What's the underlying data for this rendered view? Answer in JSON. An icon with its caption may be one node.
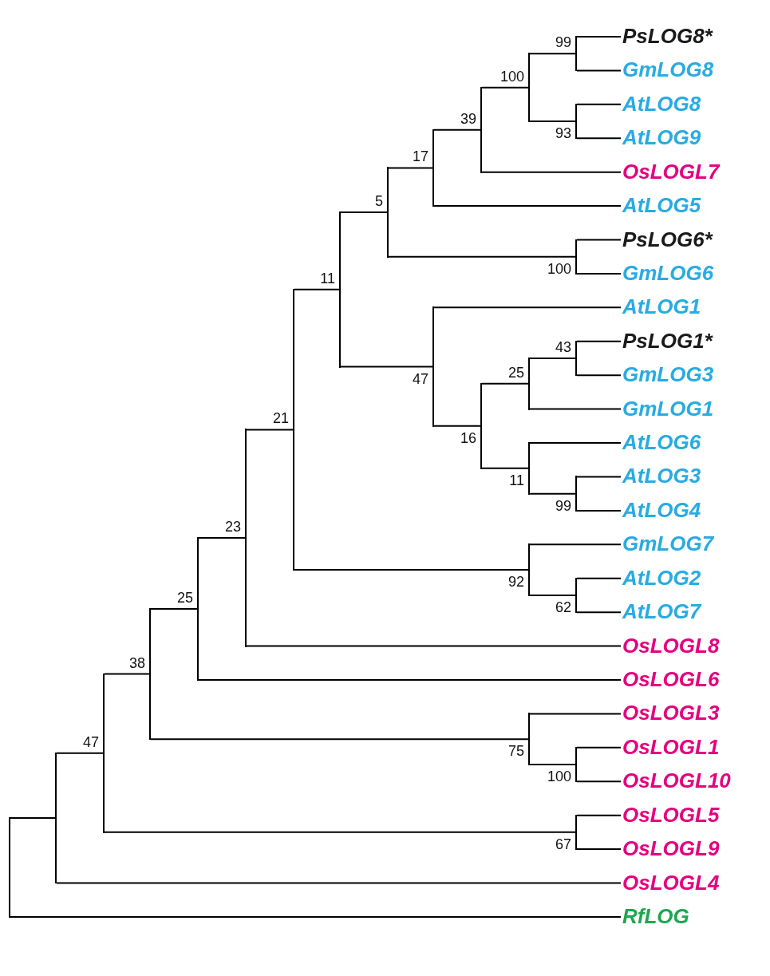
{
  "diagram": {
    "nodes": [
      {
        "text": [
          "PsLOG8*"
        ]
      },
      {
        "text": [
          "GmLOG8"
        ]
      },
      {
        "text": [
          "AtLOG8"
        ]
      },
      {
        "text": [
          "AtLOG9"
        ]
      },
      {
        "text": [
          "OsLOGL7"
        ]
      },
      {
        "text": [
          "AtLOG5"
        ]
      },
      {
        "text": [
          "PsLOG6*"
        ]
      },
      {
        "text": [
          "GmLOG6"
        ]
      },
      {
        "text": [
          "AtLOG1"
        ]
      },
      {
        "text": [
          "PsLOG1*"
        ]
      },
      {
        "text": [
          "GmLOG3"
        ]
      },
      {
        "text": [
          "GmLOG1"
        ]
      },
      {
        "text": [
          "AtLOG6"
        ]
      },
      {
        "text": [
          "AtLOG3"
        ]
      },
      {
        "text": [
          "AtLOG4"
        ]
      },
      {
        "text": [
          "GmLOG7"
        ]
      },
      {
        "text": [
          "AtLOG2"
        ]
      },
      {
        "text": [
          "AtLOG7"
        ]
      },
      {
        "text": [
          "OsLOGL8"
        ]
      },
      {
        "text": [
          "OsLOGL6"
        ]
      },
      {
        "text": [
          "OsLOGL3"
        ]
      },
      {
        "text": [
          "OsLOGL1"
        ]
      },
      {
        "text": [
          "OsLOGL10"
        ]
      },
      {
        "text": [
          "OsLOGL5"
        ]
      },
      {
        "text": [
          "OsLOGL9"
        ]
      },
      {
        "text": [
          "OsLOGL4"
        ]
      },
      {
        "text": [
          "RfLOG"
        ]
      },
      {
        "text": [],
        "shape": "junction"
      },
      {
        "text": [],
        "shape": "junction"
      },
      {
        "text": [],
        "shape": "junction",
        "beside": [
          "47"
        ]
      },
      {
        "text": [],
        "shape": "junction",
        "beside": [
          "38"
        ]
      },
      {
        "text": [],
        "shape": "junction",
        "beside": [
          "25"
        ]
      },
      {
        "text": [],
        "shape": "junction",
        "beside": [
          "23"
        ]
      },
      {
        "text": [],
        "shape": "junction",
        "beside": [
          "21"
        ]
      },
      {
        "text": [],
        "shape": "junction",
        "beside": [
          "11"
        ]
      },
      {
        "text": [],
        "shape": "junction",
        "beside": [
          "5"
        ]
      },
      {
        "text": [],
        "shape": "junction",
        "beside": [
          "17"
        ]
      },
      {
        "text": [],
        "shape": "junction",
        "beside": [
          "39"
        ]
      },
      {
        "text": [],
        "shape": "junction",
        "beside": [
          "100"
        ]
      },
      {
        "text": [],
        "shape": "junction",
        "beside": [
          "99"
        ]
      },
      {
        "text": [],
        "shape": "junction",
        "beside": [
          "93"
        ]
      },
      {
        "text": [],
        "shape": "junction",
        "beside": [
          "100"
        ]
      },
      {
        "text": [],
        "shape": "junction",
        "beside": [
          "47"
        ]
      },
      {
        "text": [],
        "shape": "junction",
        "beside": [
          "16"
        ]
      },
      {
        "text": [],
        "shape": "junction",
        "beside": [
          "25"
        ]
      },
      {
        "text": [],
        "shape": "junction",
        "beside": [
          "43"
        ]
      },
      {
        "text": [],
        "shape": "junction",
        "beside": [
          "11"
        ]
      },
      {
        "text": [],
        "shape": "junction",
        "beside": [
          "99"
        ]
      },
      {
        "text": [],
        "shape": "junction",
        "beside": [
          "92"
        ]
      },
      {
        "text": [],
        "shape": "junction",
        "beside": [
          "62"
        ]
      },
      {
        "text": [],
        "shape": "junction",
        "beside": [
          "75"
        ]
      },
      {
        "text": [],
        "shape": "junction",
        "beside": [
          "100"
        ]
      },
      {
        "text": [],
        "shape": "junction",
        "beside": [
          "67"
        ]
      }
    ],
    "edges": [
      {
        "from": 27,
        "to": 28,
        "arrow": "none"
      },
      {
        "from": 27,
        "to": 26,
        "arrow": "none"
      },
      {
        "from": 28,
        "to": 29,
        "arrow": "none"
      },
      {
        "from": 28,
        "to": 25,
        "arrow": "none"
      },
      {
        "from": 29,
        "to": 30,
        "arrow": "none"
      },
      {
        "from": 29,
        "to": 52,
        "arrow": "none"
      },
      {
        "from": 30,
        "to": 31,
        "arrow": "none"
      },
      {
        "from": 30,
        "to": 50,
        "arrow": "none"
      },
      {
        "from": 31,
        "to": 32,
        "arrow": "none"
      },
      {
        "from": 31,
        "to": 19,
        "arrow": "none"
      },
      {
        "from": 32,
        "to": 33,
        "arrow": "none"
      },
      {
        "from": 32,
        "to": 18,
        "arrow": "none"
      },
      {
        "from": 33,
        "to": 34,
        "arrow": "none"
      },
      {
        "from": 33,
        "to": 48,
        "arrow": "none"
      },
      {
        "from": 34,
        "to": 35,
        "arrow": "none"
      },
      {
        "from": 34,
        "to": 42,
        "arrow": "none"
      },
      {
        "from": 35,
        "to": 36,
        "arrow": "none"
      },
      {
        "from": 35,
        "to": 41,
        "arrow": "none"
      },
      {
        "from": 36,
        "to": 37,
        "arrow": "none"
      },
      {
        "from": 36,
        "to": 5,
        "arrow": "none"
      },
      {
        "from": 37,
        "to": 38,
        "arrow": "none"
      },
      {
        "from": 37,
        "to": 4,
        "arrow": "none"
      },
      {
        "from": 38,
        "to": 39,
        "arrow": "none"
      },
      {
        "from": 38,
        "to": 40,
        "arrow": "none"
      },
      {
        "from": 39,
        "to": 0,
        "arrow": "none"
      },
      {
        "from": 39,
        "to": 1,
        "arrow": "none"
      },
      {
        "from": 40,
        "to": 2,
        "arrow": "none"
      },
      {
        "from": 40,
        "to": 3,
        "arrow": "none"
      },
      {
        "from": 41,
        "to": 6,
        "arrow": "none"
      },
      {
        "from": 41,
        "to": 7,
        "arrow": "none"
      },
      {
        "from": 42,
        "to": 8,
        "arrow": "none"
      },
      {
        "from": 42,
        "to": 43,
        "arrow": "none"
      },
      {
        "from": 43,
        "to": 44,
        "arrow": "none"
      },
      {
        "from": 43,
        "to": 46,
        "arrow": "none"
      },
      {
        "from": 44,
        "to": 45,
        "arrow": "none"
      },
      {
        "from": 44,
        "to": 11,
        "arrow": "none"
      },
      {
        "from": 45,
        "to": 9,
        "arrow": "none"
      },
      {
        "from": 45,
        "to": 10,
        "arrow": "none"
      },
      {
        "from": 46,
        "to": 12,
        "arrow": "none"
      },
      {
        "from": 46,
        "to": 47,
        "arrow": "none"
      },
      {
        "from": 47,
        "to": 13,
        "arrow": "none"
      },
      {
        "from": 47,
        "to": 14,
        "arrow": "none"
      },
      {
        "from": 48,
        "to": 15,
        "arrow": "none"
      },
      {
        "from": 48,
        "to": 49,
        "arrow": "none"
      },
      {
        "from": 49,
        "to": 16,
        "arrow": "none"
      },
      {
        "from": 49,
        "to": 17,
        "arrow": "none"
      },
      {
        "from": 50,
        "to": 20,
        "arrow": "none"
      },
      {
        "from": 50,
        "to": 51,
        "arrow": "none"
      },
      {
        "from": 51,
        "to": 21,
        "arrow": "none"
      },
      {
        "from": 51,
        "to": 22,
        "arrow": "none"
      },
      {
        "from": 52,
        "to": 23,
        "arrow": "none"
      },
      {
        "from": 52,
        "to": 24,
        "arrow": "none"
      }
    ]
  }
}
